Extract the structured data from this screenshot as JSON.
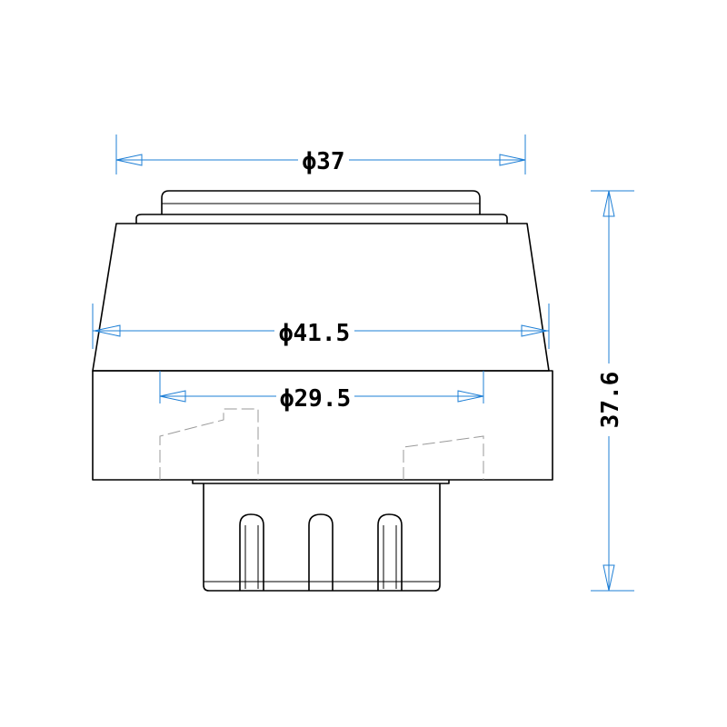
{
  "dimensions": {
    "top_diameter": "ϕ37",
    "body_diameter": "ϕ41.5",
    "inner_diameter": "ϕ29.5",
    "height": "37.6"
  },
  "colors": {
    "dimension_line": "#1e7fd6",
    "outline": "#000000",
    "hidden_line": "#9a9a9a"
  }
}
